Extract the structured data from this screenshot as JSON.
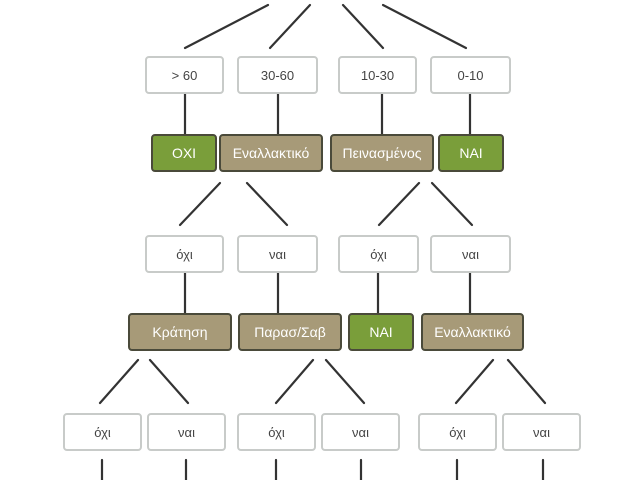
{
  "tree": {
    "level1": [
      {
        "label": "> 60"
      },
      {
        "label": "30-60"
      },
      {
        "label": "10-30"
      },
      {
        "label": "0-10"
      }
    ],
    "level2": [
      {
        "label": "ΟΧΙ",
        "kind": "yes"
      },
      {
        "label": "Εναλλακτικό",
        "kind": "alt"
      },
      {
        "label": "Πεινασμένος",
        "kind": "alt"
      },
      {
        "label": "ΝΑΙ",
        "kind": "yes"
      }
    ],
    "level3": [
      {
        "label": "όχι"
      },
      {
        "label": "ναι"
      },
      {
        "label": "όχι"
      },
      {
        "label": "ναι"
      }
    ],
    "level4": [
      {
        "label": "Κράτηση",
        "kind": "alt"
      },
      {
        "label": "Παρασ/Σαβ",
        "kind": "alt"
      },
      {
        "label": "ΝΑΙ",
        "kind": "yes"
      },
      {
        "label": "Εναλλακτικό",
        "kind": "alt"
      }
    ],
    "level5": [
      {
        "label": "όχι"
      },
      {
        "label": "ναι"
      },
      {
        "label": "όχι"
      },
      {
        "label": "ναι"
      },
      {
        "label": "όχι"
      },
      {
        "label": "ναι"
      }
    ]
  },
  "colors": {
    "decision_green": "#7a9e3a",
    "decision_tan": "#a79a78",
    "decision_border": "#4a4a3a",
    "answer_border": "#c8cbc9",
    "connector": "#333333"
  }
}
